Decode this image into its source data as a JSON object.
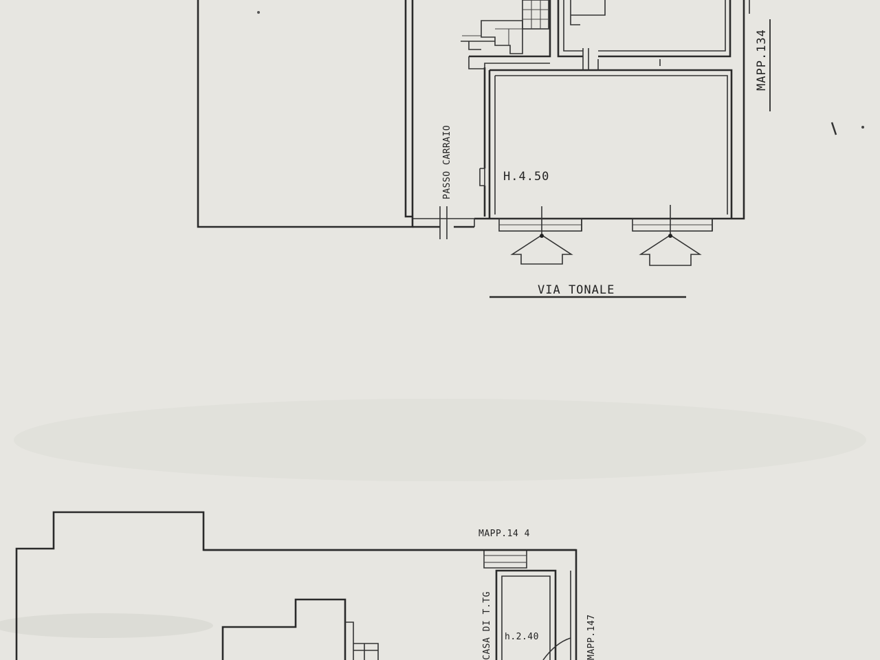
{
  "labels": {
    "passo_carraio": "PASSO CARRAIO",
    "height_ground": "H.4.50",
    "street": "VIA TONALE",
    "mapp_134": "MAPP.134",
    "mapp_144": "MAPP.14 4",
    "height_lower": "h.2.40",
    "mapp_147": "MAPP.147",
    "lower_vertical": "CASA DI T.TG"
  },
  "colors": {
    "paper": "#e7e6e1",
    "ink": "#2a2a2a"
  }
}
